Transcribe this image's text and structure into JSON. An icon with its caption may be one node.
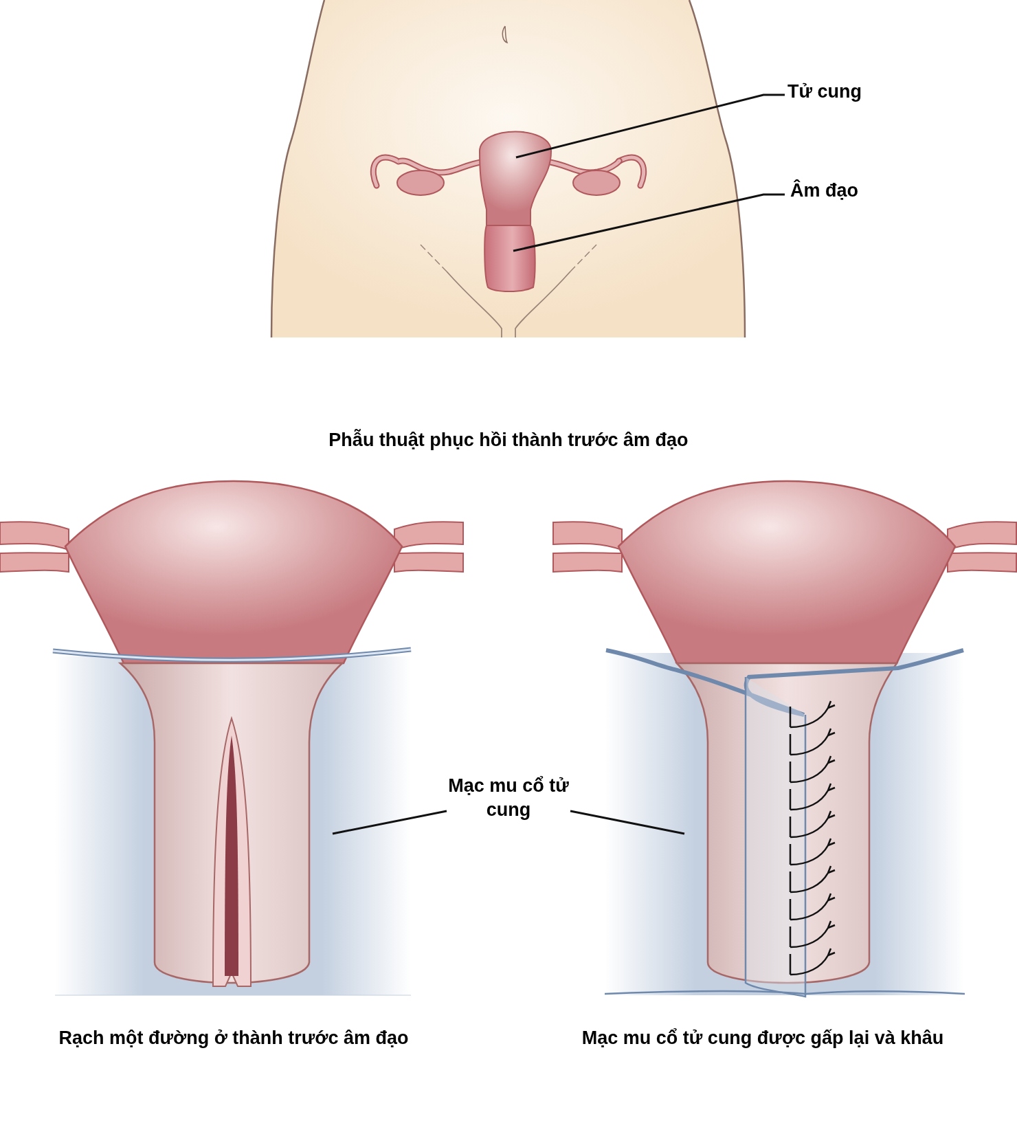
{
  "diagram": {
    "title": "Phẫu thuật phục hồi thành trước âm đạo",
    "nodes": [
      {
        "text": [
          "Tử cung"
        ]
      },
      {
        "text": [],
        "shape": "picture"
      },
      {
        "text": [
          "Âm đạo"
        ]
      },
      {
        "text": [],
        "shape": "picture"
      },
      {
        "text": [
          "Mạc mu cổ tử cung"
        ]
      },
      {
        "text": [],
        "shape": "picture"
      },
      {
        "text": [],
        "shape": "picture"
      }
    ],
    "edges": [
      {
        "from": 0,
        "to": 1,
        "arrow": "none"
      },
      {
        "from": 2,
        "to": 3,
        "arrow": "none"
      },
      {
        "from": 4,
        "to": 5,
        "arrow": "none"
      },
      {
        "from": 4,
        "to": 6,
        "arrow": "none"
      }
    ],
    "labels": [
      "Rạch một đường ở thành trước âm đạo",
      "Mạc mu cổ tử cung được gấp lại và khâu"
    ]
  }
}
